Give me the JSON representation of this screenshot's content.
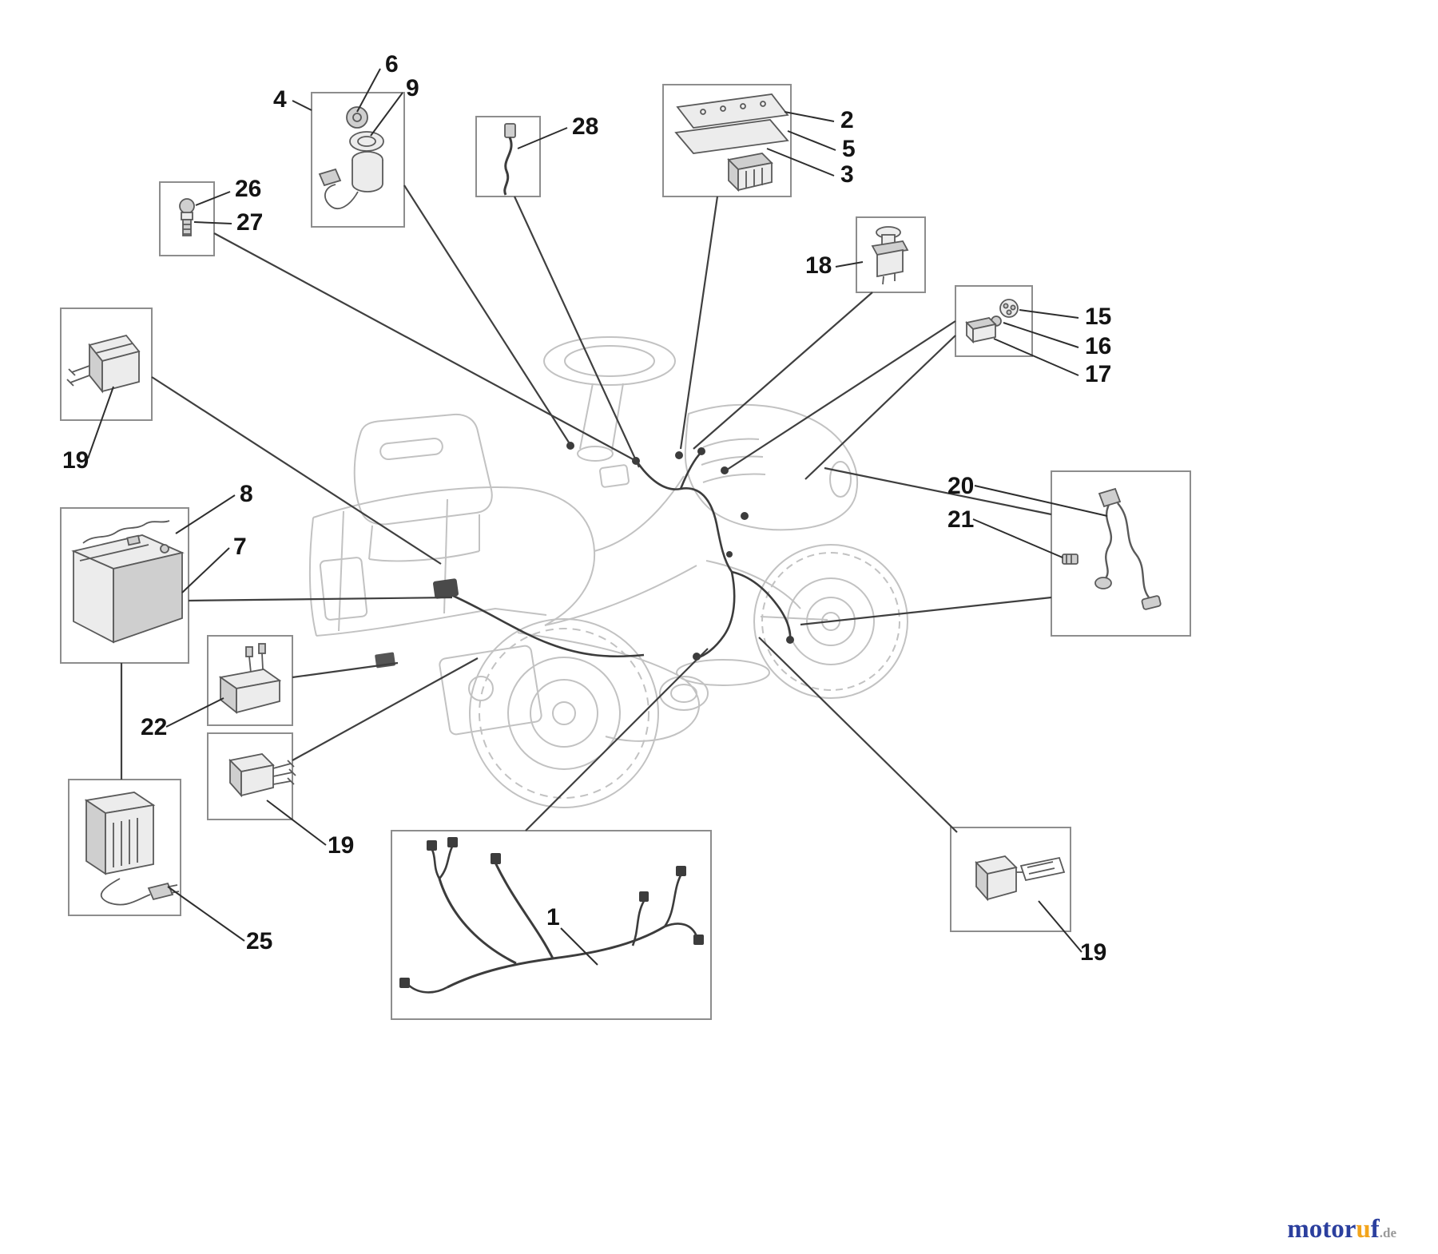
{
  "watermark": {
    "part1": "motor",
    "part2": "u",
    "part3": "f",
    "tld": ".de"
  },
  "labels": {
    "n1": "1",
    "n2": "2",
    "n3": "3",
    "n4": "4",
    "n5": "5",
    "n6": "6",
    "n7": "7",
    "n8": "8",
    "n9": "9",
    "n15": "15",
    "n16": "16",
    "n17": "17",
    "n18": "18",
    "n19": "19",
    "n20": "20",
    "n21": "21",
    "n22": "22",
    "n25": "25",
    "n26": "26",
    "n27": "27",
    "n28": "28"
  }
}
